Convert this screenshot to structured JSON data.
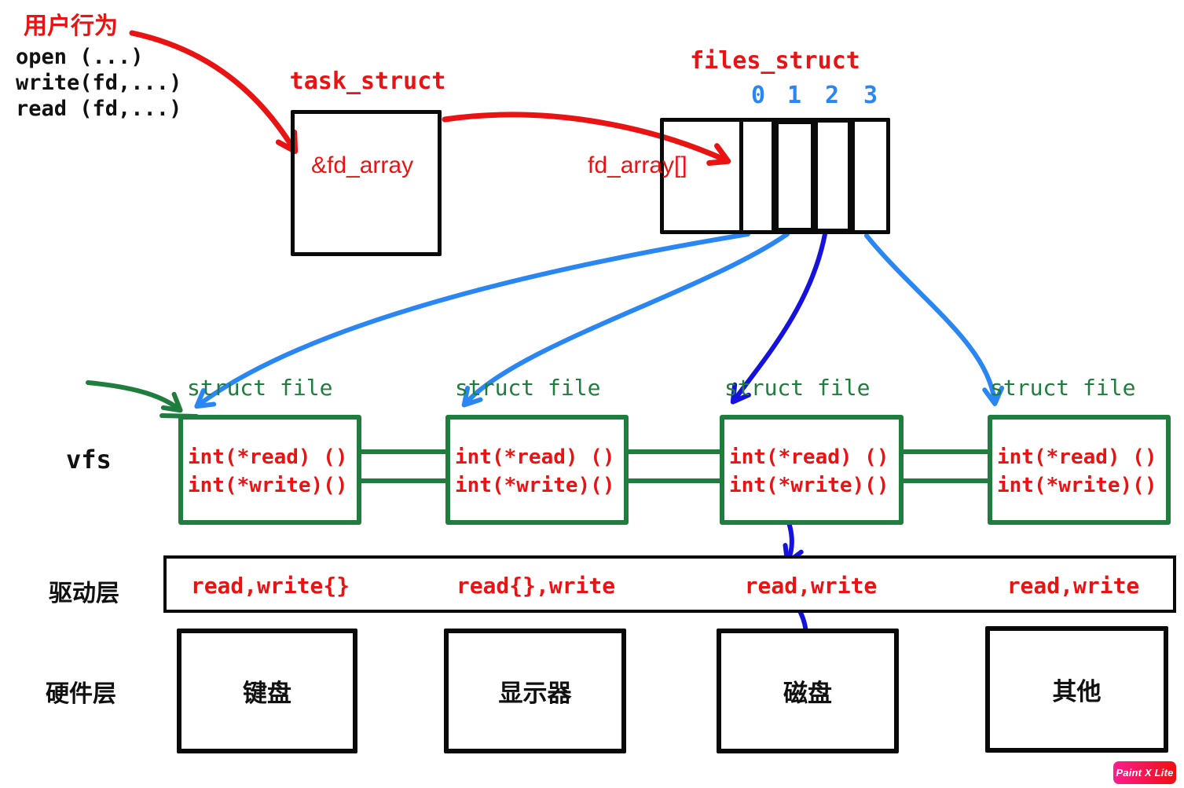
{
  "colors": {
    "red": "#ea1313",
    "light_blue": "#2a86f2",
    "dark_blue": "#1512dd",
    "green": "#1f7d3d",
    "black": "#111111",
    "watermark_gradient_start": "#fb1e8e",
    "watermark_gradient_end": "#ee1010"
  },
  "user_actions": {
    "title": "用户行为",
    "lines": [
      "open (...)",
      "write(fd,...)",
      "read (fd,...)"
    ]
  },
  "task_struct": {
    "label": "task_struct",
    "field": "&fd_array"
  },
  "files_struct": {
    "label": "files_struct",
    "field": "fd_array[]",
    "indices": [
      "0",
      "1",
      "2",
      "3"
    ]
  },
  "vfs": {
    "label": "vfs",
    "boxes": [
      {
        "label": "struct file",
        "read": "int(*read) ()",
        "write": "int(*write)()"
      },
      {
        "label": "struct file",
        "read": "int(*read) ()",
        "write": "int(*write)()"
      },
      {
        "label": "struct file",
        "read": "int(*read) ()",
        "write": "int(*write)()"
      },
      {
        "label": "struct file",
        "read": "int(*read) ()",
        "write": "int(*write)()"
      }
    ]
  },
  "driver_layer": {
    "label": "驱动层",
    "entries": [
      "read,write{}",
      "read{},write",
      "read,write",
      "read,write"
    ]
  },
  "hardware_layer": {
    "label": "硬件层",
    "devices": [
      "键盘",
      "显示器",
      "磁盘",
      "其他"
    ]
  },
  "watermark": {
    "label": "Paint X Lite"
  }
}
